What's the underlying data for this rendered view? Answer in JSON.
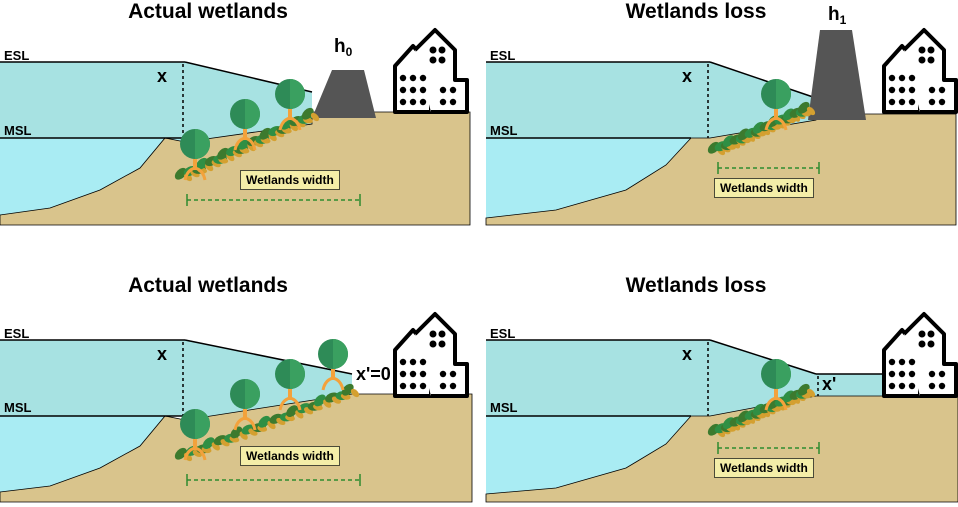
{
  "colors": {
    "sea": "#a9ecf3",
    "surge": "#a7e2e2",
    "land": "#d9c48c",
    "tree_canopy": "#2e8b57",
    "tree_trunk": "#f3a23c",
    "wall": "#555555",
    "measure": "#2e8b2e"
  },
  "panels": [
    {
      "title": "Actual wetlands",
      "esl_label": "ESL",
      "msl_label": "MSL",
      "x_label": "x",
      "height_label": {
        "base": "h",
        "sub": "0"
      },
      "width_label": "Wetlands width",
      "icons": [
        "house-icon",
        "levee-icon",
        "tree-icon"
      ]
    },
    {
      "title": "Wetlands loss",
      "esl_label": "ESL",
      "msl_label": "MSL",
      "x_label": "x",
      "height_label": {
        "base": "h",
        "sub": "1"
      },
      "width_label": "Wetlands width",
      "icons": [
        "house-icon",
        "levee-icon",
        "tree-icon"
      ]
    },
    {
      "title": "Actual wetlands",
      "esl_label": "ESL",
      "msl_label": "MSL",
      "x_label": "x",
      "x_prime_label": "x'=0",
      "width_label": "Wetlands width",
      "icons": [
        "house-icon",
        "tree-icon"
      ]
    },
    {
      "title": "Wetlands loss",
      "esl_label": "ESL",
      "msl_label": "MSL",
      "x_label": "x",
      "x_prime_label": "x'",
      "width_label": "Wetlands width",
      "icons": [
        "house-icon",
        "tree-icon"
      ]
    }
  ]
}
